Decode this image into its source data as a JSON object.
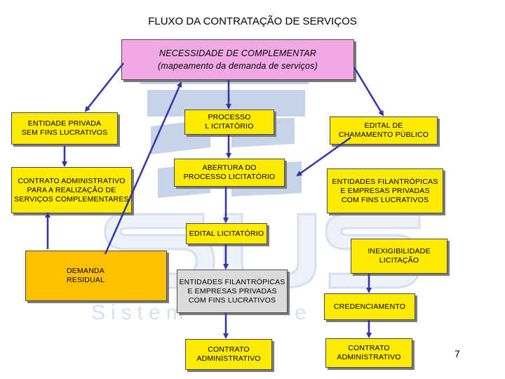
{
  "title": "FLUXO DA CONTRATAÇÃO DE SERVIÇOS",
  "background_logo": {
    "text": "Sistema Único de Saúde",
    "visible_letters": "Sistem",
    "visible_letter": "e",
    "color": "#c9d3e6"
  },
  "boxes": {
    "necessidade": {
      "line1": "NECESSIDADE DE COMPLEMENTAR",
      "line2": "(mapeamento da demanda de serviços)",
      "color": "#f0a9e4"
    },
    "entidade_privada": {
      "line1": "ENTIDADE PRIVADA",
      "line2": "SEM FINS LUCRATIVOS",
      "color": "#ffeb00"
    },
    "contrato_adm_left": {
      "line1": "CONTRATO ADMINISTRATIVO",
      "line2": "PARA A REALIZAÇÃO DE",
      "line3": "SERVIÇOS COMPLEMENTARES",
      "color": "#ffeb00"
    },
    "processo_licitatorio": {
      "line1": "PROCESSO",
      "line2": "L ICITATÓRIO",
      "color": "#ffeb00"
    },
    "abertura": {
      "line1": "ABERTURA DO",
      "line2": "PROCESSO LICITATÓRIO",
      "color": "#ffeb00"
    },
    "edital_licitatorio": {
      "line1": "EDITAL LICITATÓRIO",
      "color": "#ffeb00"
    },
    "demanda_residual": {
      "line1": "DEMANDA",
      "line2": "RESIDUAL",
      "color": "#ffc000"
    },
    "entidades_center": {
      "line1": "ENTIDADES FILANTRÓPICAS",
      "line2": "E EMPRESAS PRIVADAS",
      "line3": "COM FINS LUCRATIVOS",
      "color": "#dbdbdb"
    },
    "contrato_center": {
      "line1": "CONTRATO",
      "line2": "ADMINISTRATIVO",
      "color": "#ffeb00"
    },
    "edital_chamamento": {
      "line1": "EDITAL DE",
      "line2": "CHAMAMENTO PÚBLICO",
      "color": "#ffeb00"
    },
    "entidades_right": {
      "line1": "ENTIDADES FILANTRÓPICAS",
      "line2": "E EMPRESAS PRIVADAS",
      "line3": "COM FINS LUCRATIVOS",
      "color": "#ffeb00"
    },
    "inexigibilidade": {
      "line1": "INEXIGIBILIDADE",
      "line2": "LICITAÇÃO",
      "color": "#ffeb00"
    },
    "credenciamento": {
      "line1": "CREDENCIAMENTO",
      "color": "#ffeb00"
    },
    "contrato_right": {
      "line1": "CONTRATO",
      "line2": "ADMINISTRATIVO",
      "color": "#ffeb00"
    }
  },
  "arrow_color": "#3333aa",
  "page_number": "7"
}
